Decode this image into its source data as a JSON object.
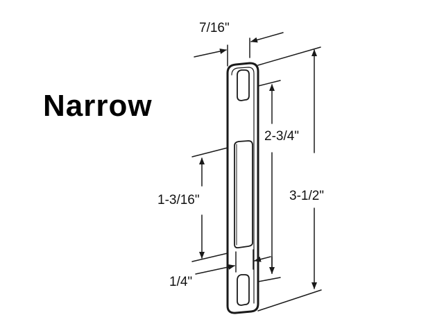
{
  "title": "Narrow",
  "dimensions": {
    "width": "7/16\"",
    "slot_spacing": "2-3/4\"",
    "overall_length": "3-1/2\"",
    "center_slot_length": "1-3/16\"",
    "center_slot_offset": "1/4\""
  },
  "colors": {
    "line": "#1a1a1a",
    "background": "#ffffff"
  }
}
